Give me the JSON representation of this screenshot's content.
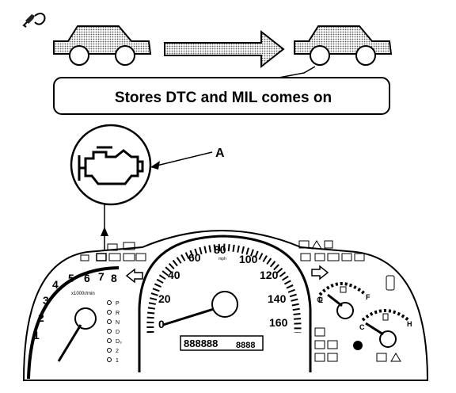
{
  "banner": {
    "text": "Stores DTC and MIL comes on"
  },
  "callout": {
    "label": "A"
  },
  "speedometer": {
    "mph_labels": [
      "0",
      "20",
      "40",
      "60",
      "80",
      "100",
      "120",
      "140",
      "160"
    ],
    "unit_mph": "mph",
    "odometer": "888888",
    "trip": "8888"
  },
  "tachometer": {
    "labels": [
      "1",
      "2",
      "3",
      "4",
      "5",
      "6",
      "7",
      "8"
    ],
    "unit": "x1000r/min"
  },
  "gear_indicator": [
    "P",
    "R",
    "N",
    "D",
    "D₃",
    "2",
    "1"
  ],
  "fuel_gauge": {
    "empty": "E",
    "full": "F"
  },
  "temp_gauge": {
    "cold": "C",
    "hot": "H"
  },
  "icons": [
    "key-icon",
    "car-icon",
    "arrow-right-icon",
    "check-engine-icon",
    "arrow-left-icon",
    "arrow-right-signal-icon"
  ]
}
